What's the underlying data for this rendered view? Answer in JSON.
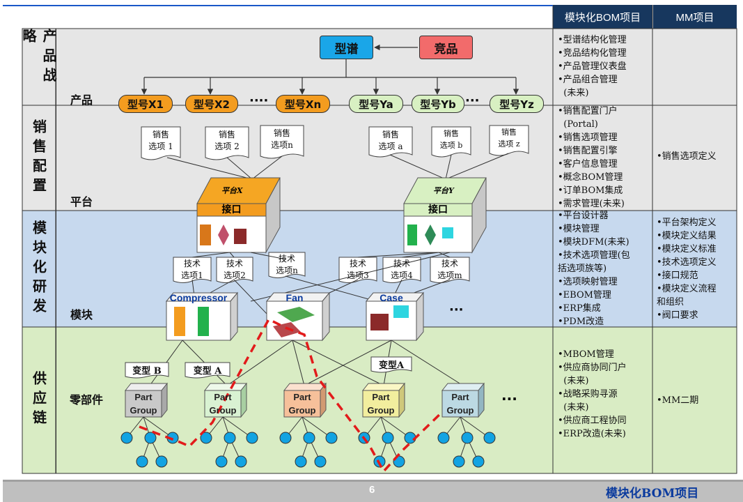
{
  "header": {
    "col_bom": "模块化BOM项目",
    "col_mm": "MM项目"
  },
  "rows": [
    {
      "label": "产品战略"
    },
    {
      "label": "销售配置"
    },
    {
      "label": "模块化研发"
    },
    {
      "label": "供应链"
    }
  ],
  "level_labels": {
    "product": "产品",
    "platform": "平台",
    "module": "模块",
    "parts": "零部件"
  },
  "strategy": {
    "spectrum": "型谱",
    "competitor": "竞品"
  },
  "models": {
    "x1": "型号X1",
    "x2": "型号X2",
    "xn": "型号Xn",
    "ya": "型号Ya",
    "yb": "型号Yb",
    "yz": "型号Yz",
    "dots1": "····",
    "dots2": "···"
  },
  "sales_options": {
    "o1": "销售\n选项 1",
    "o2": "销售\n选项 2",
    "on": "销售\n选项n",
    "oa": "销售\n选项 a",
    "ob": "销售\n选项 b",
    "oz": "销售\n选项 z"
  },
  "platforms": {
    "x_name": "平台X",
    "y_name": "平台Y",
    "x_iface": "接口",
    "y_iface": "接口"
  },
  "tech_options": {
    "t1": "技术\n选项1",
    "t2": "技术\n选项2",
    "tn": "技术\n选项n",
    "t3": "技术\n选项3",
    "t4": "技术\n选项4",
    "tm": "技术\n选项m"
  },
  "modules": {
    "compressor": "Compressor",
    "fan": "Fan",
    "case": "Case",
    "dots": "···"
  },
  "variants": {
    "vb": "变型 B",
    "va": "变型 A",
    "va2": "变型A"
  },
  "part_groups": {
    "label": "Part\nGroup",
    "dots": "···"
  },
  "bom_column": {
    "strategy": "•型谱结构化管理\n•竞品结构化管理\n•产品管理仪表盘\n•产品组合管理\n  (未来)",
    "sales": "•销售配置门户\n  (Portal)\n•销售选项管理\n•销售配置引擎\n•客户信息管理\n•概念BOM管理\n•订单BOM集成\n•需求管理(未来)",
    "rnd": "•平台设计器\n•模块管理\n•模块DFM(未来)\n•技术选项管理(包\n括选项族等)\n•选项映射管理\n•EBOM管理\n•ERP集成\n•PDM改造",
    "supply": "•MBOM管理\n•供应商协同门户\n  (未来)\n•战略采购寻源\n  (未来)\n•供应商工程协同\n•ERP改造(未来)"
  },
  "mm_column": {
    "strategy": "",
    "sales": "•销售选项定义",
    "rnd": "•平台架构定义\n•模块定义结果\n•模块定义标准\n•技术选项定义\n•接口规范\n•模块定义流程\n和组织\n•阀口要求",
    "supply": "•MM二期"
  },
  "footer": {
    "page": "6",
    "title": "模块化BOM项目"
  },
  "colors": {
    "orange": "#f39c1f",
    "green_light": "#d8f0c2",
    "blue": "#1aa6e8",
    "red": "#f26b6b",
    "node": "#12a3e2",
    "header": "#17375e"
  }
}
